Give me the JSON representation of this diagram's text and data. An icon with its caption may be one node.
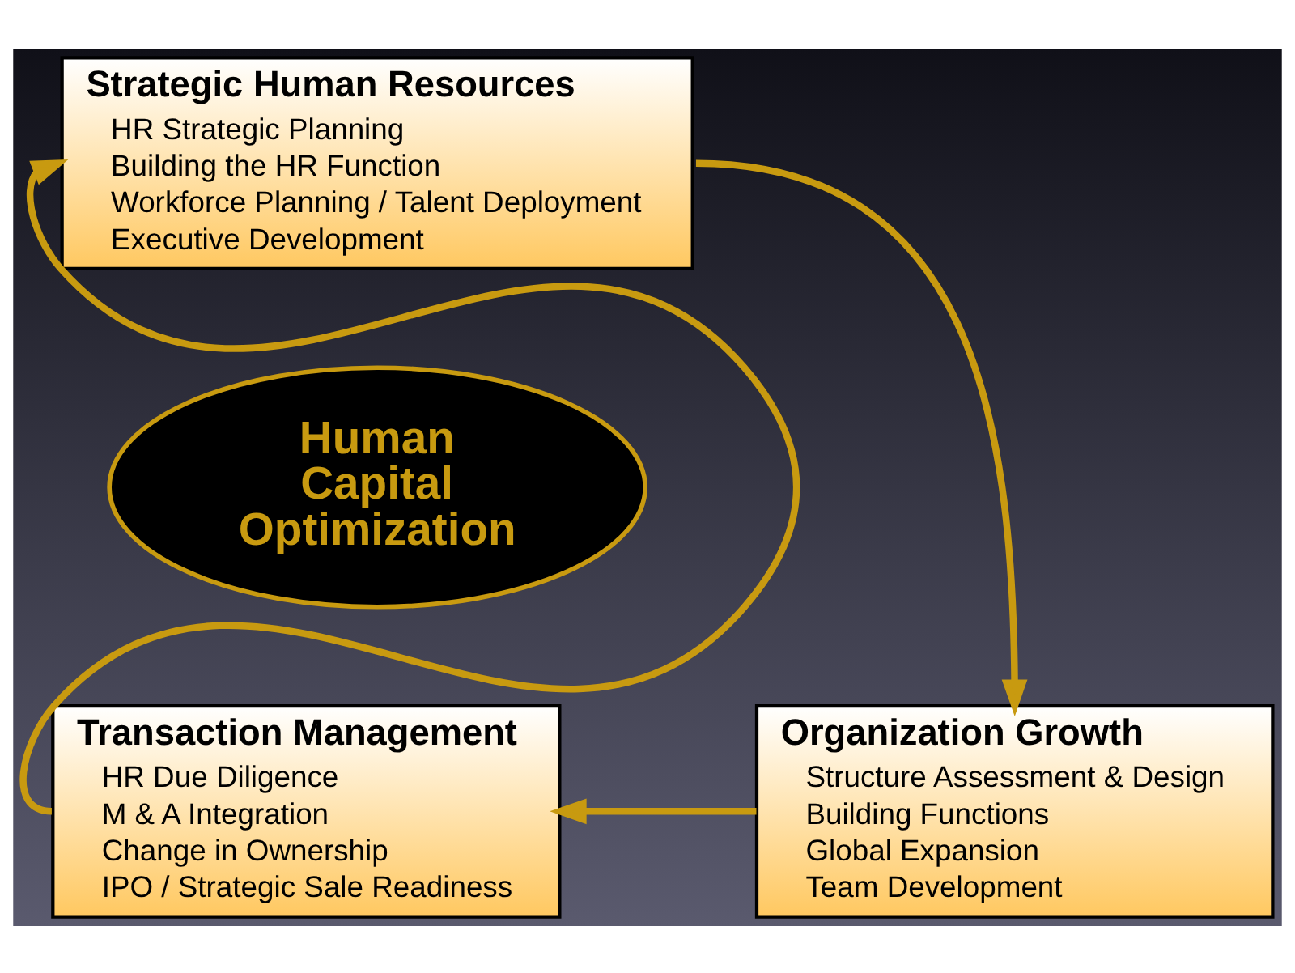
{
  "diagram": {
    "nodes": [
      {
        "text": [
          "Strategic Human Resources",
          "HR Strategic Planning",
          "Building the HR Function",
          "Workforce Planning / Talent Deployment",
          "Executive Development"
        ]
      },
      {
        "text": [
          "Human Capital Optimization"
        ]
      },
      {
        "text": [
          "Transaction Management",
          "HR Due Diligence",
          "M & A Integration",
          "Change in Ownership",
          "IPO / Strategic Sale Readiness"
        ]
      },
      {
        "text": [
          "Organization Growth",
          "Structure Assessment & Design",
          "Building Functions",
          "Global Expansion",
          "Team Development"
        ]
      }
    ],
    "edges": [
      {
        "from": 0,
        "to": 3,
        "arrow": "to"
      },
      {
        "from": 3,
        "to": 2,
        "arrow": "to"
      },
      {
        "from": 2,
        "to": 0,
        "arrow": "to"
      }
    ]
  }
}
